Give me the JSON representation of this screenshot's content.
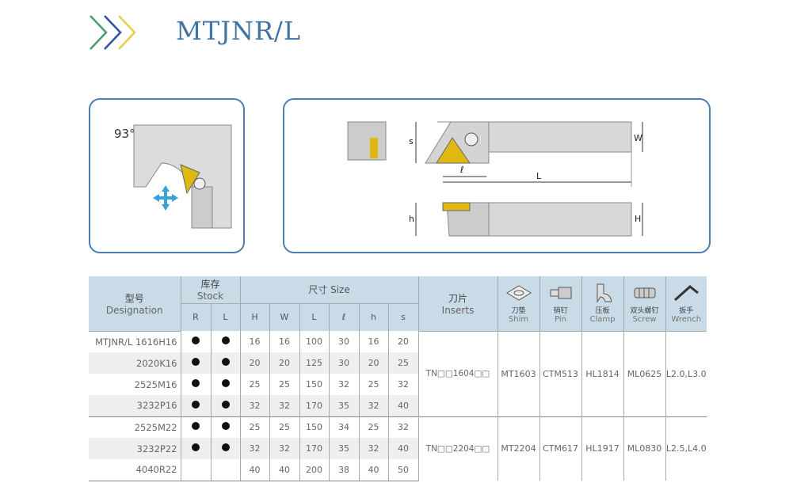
{
  "header": {
    "title": "MTJNR/L",
    "logo_colors": [
      "#4a9a6e",
      "#2f4fa8",
      "#e3cf4a"
    ]
  },
  "diagram": {
    "angle_label": "93°",
    "dim_labels": {
      "s": "s",
      "W": "W",
      "L": "L",
      "l": "ℓ",
      "h": "h",
      "H": "H"
    }
  },
  "table": {
    "designation_cn": "型号",
    "designation_en": "Designation",
    "stock_cn": "库存",
    "stock_en": "Stock",
    "stock_cols": [
      "R",
      "L"
    ],
    "size_label": "尺寸 Size",
    "size_cols": [
      "H",
      "W",
      "L",
      "ℓ",
      "h",
      "s"
    ],
    "inserts_cn": "刀片",
    "inserts_en": "Inserts",
    "parts": [
      {
        "icon": "shim-icon",
        "cn": "刀垫",
        "en": "Shim"
      },
      {
        "icon": "pin-icon",
        "cn": "销钉",
        "en": "Pin"
      },
      {
        "icon": "clamp-icon",
        "cn": "压板",
        "en": "Clamp"
      },
      {
        "icon": "screw-icon",
        "cn": "双头螺钉",
        "en": "Screw"
      },
      {
        "icon": "wrench-icon",
        "cn": "扳手",
        "en": "Wrench"
      }
    ],
    "prefix": "MTJNR/L",
    "rows": [
      {
        "code": "1616H16",
        "R": true,
        "L": true,
        "size": [
          "16",
          "16",
          "100",
          "30",
          "16",
          "20"
        ]
      },
      {
        "code": "2020K16",
        "R": true,
        "L": true,
        "size": [
          "20",
          "20",
          "125",
          "30",
          "20",
          "25"
        ]
      },
      {
        "code": "2525M16",
        "R": true,
        "L": true,
        "size": [
          "25",
          "25",
          "150",
          "32",
          "25",
          "32"
        ]
      },
      {
        "code": "3232P16",
        "R": true,
        "L": true,
        "size": [
          "32",
          "32",
          "170",
          "35",
          "32",
          "40"
        ]
      },
      {
        "code": "2525M22",
        "R": true,
        "L": true,
        "size": [
          "25",
          "25",
          "150",
          "34",
          "25",
          "32"
        ]
      },
      {
        "code": "3232P22",
        "R": true,
        "L": true,
        "size": [
          "32",
          "32",
          "170",
          "35",
          "32",
          "40"
        ]
      },
      {
        "code": "4040R22",
        "R": false,
        "L": false,
        "size": [
          "40",
          "40",
          "200",
          "38",
          "40",
          "50"
        ]
      }
    ],
    "groups": [
      {
        "insert": "TN□□1604□□",
        "shim": "MT1603",
        "pin": "CTM513",
        "clamp": "HL1814",
        "screw": "ML0625",
        "wrench": "L2.0,L3.0"
      },
      {
        "insert": "TN□□2204□□",
        "shim": "MT2204",
        "pin": "CTM617",
        "clamp": "HL1917",
        "screw": "ML0830",
        "wrench": "L2.5,L4.0"
      }
    ]
  }
}
